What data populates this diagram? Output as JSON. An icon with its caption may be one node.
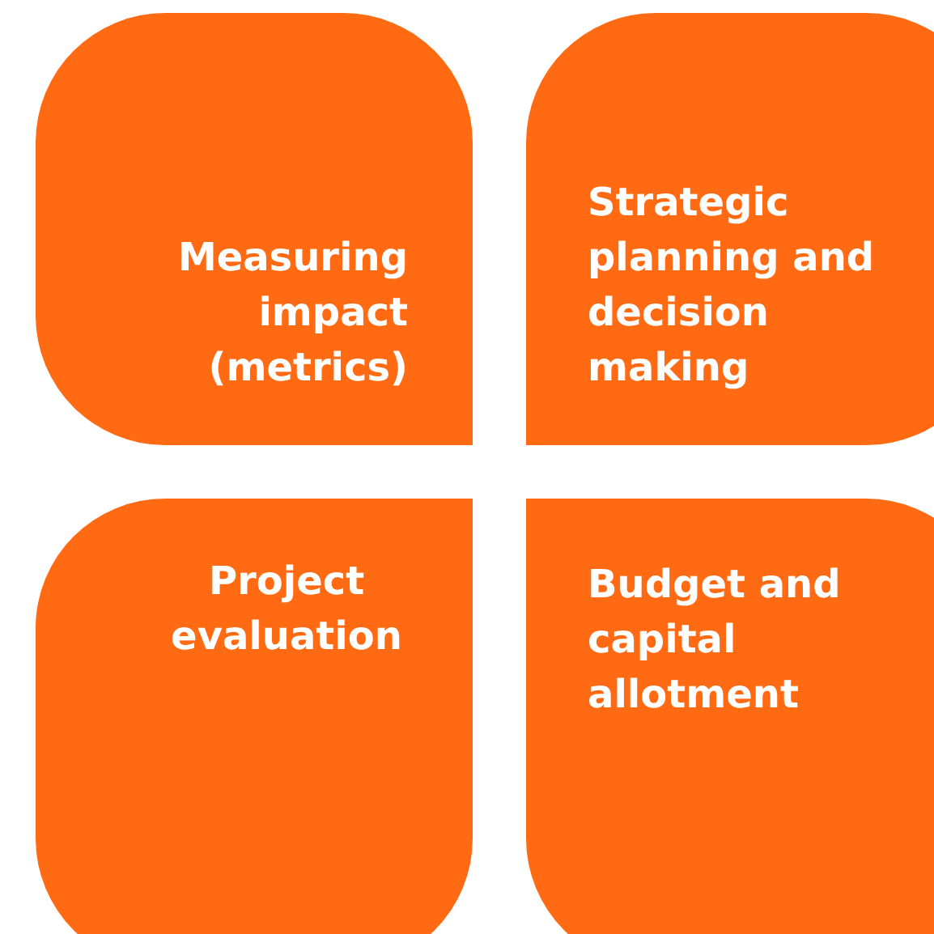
{
  "diagram": {
    "nodes": [
      {
        "text": [
          "Measuring impact (metrics)"
        ]
      },
      {
        "text": [
          "Strategic planning and decision making"
        ]
      },
      {
        "text": [
          "Project evaluation"
        ]
      },
      {
        "text": [
          "Budget and capital allotment"
        ]
      }
    ]
  }
}
